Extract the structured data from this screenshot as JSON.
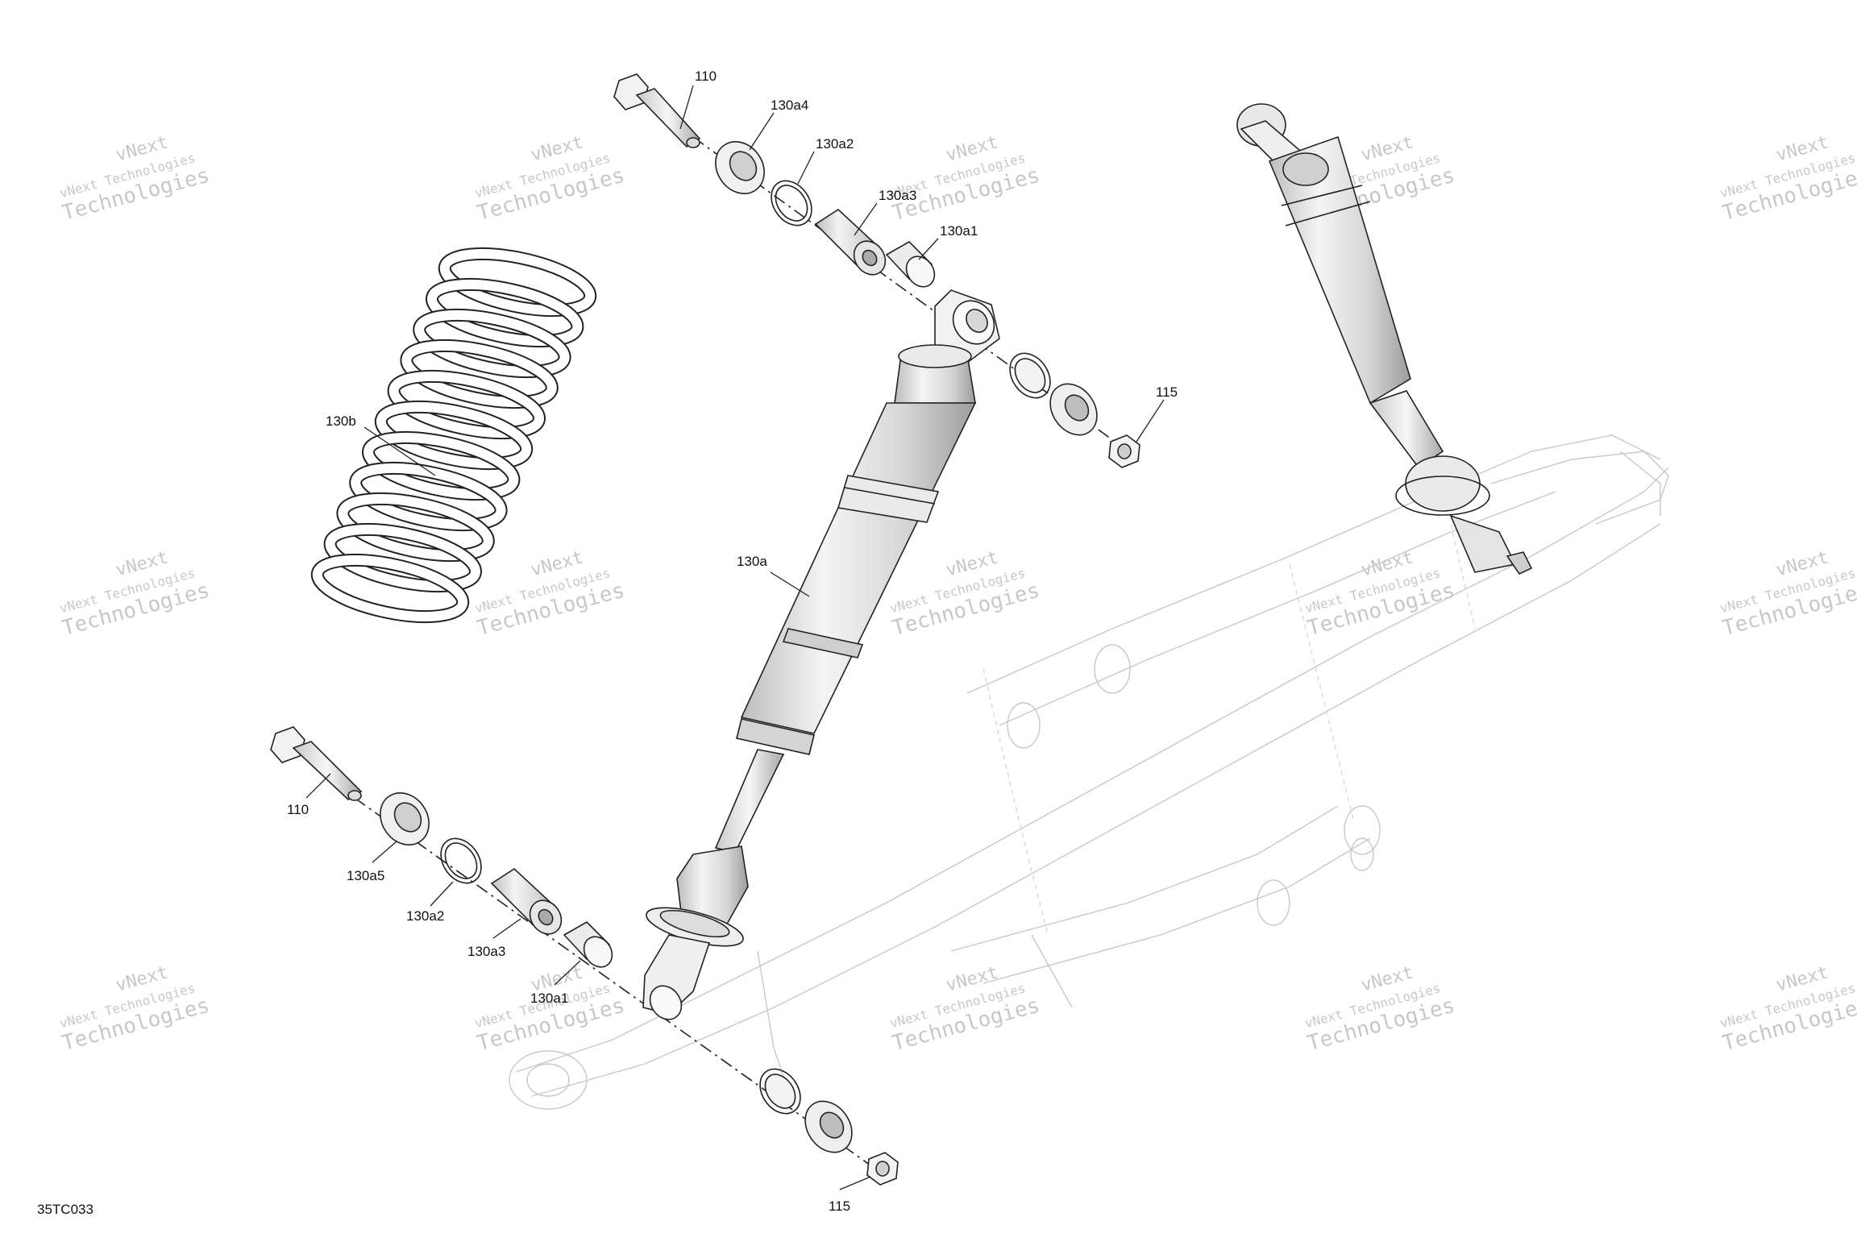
{
  "drawing_id": "35TC033",
  "watermark": {
    "line1": "vNext Technologies",
    "line2": "vNext",
    "line3": "Technologies"
  },
  "callouts": [
    {
      "id": "bolt-top",
      "label": "110"
    },
    {
      "id": "bushing-cap-top",
      "label": "130a4"
    },
    {
      "id": "washer-top",
      "label": "130a2"
    },
    {
      "id": "spacer-top",
      "label": "130a3"
    },
    {
      "id": "bearing-top",
      "label": "130a1"
    },
    {
      "id": "nut-top",
      "label": "115"
    },
    {
      "id": "spring",
      "label": "130b"
    },
    {
      "id": "shock-body",
      "label": "130a"
    },
    {
      "id": "bolt-bottom",
      "label": "110"
    },
    {
      "id": "bushing-cap-bottom",
      "label": "130a5"
    },
    {
      "id": "washer-bottom",
      "label": "130a2"
    },
    {
      "id": "spacer-bottom",
      "label": "130a3"
    },
    {
      "id": "bearing-bottom",
      "label": "130a1"
    },
    {
      "id": "nut-bottom",
      "label": "115"
    }
  ]
}
